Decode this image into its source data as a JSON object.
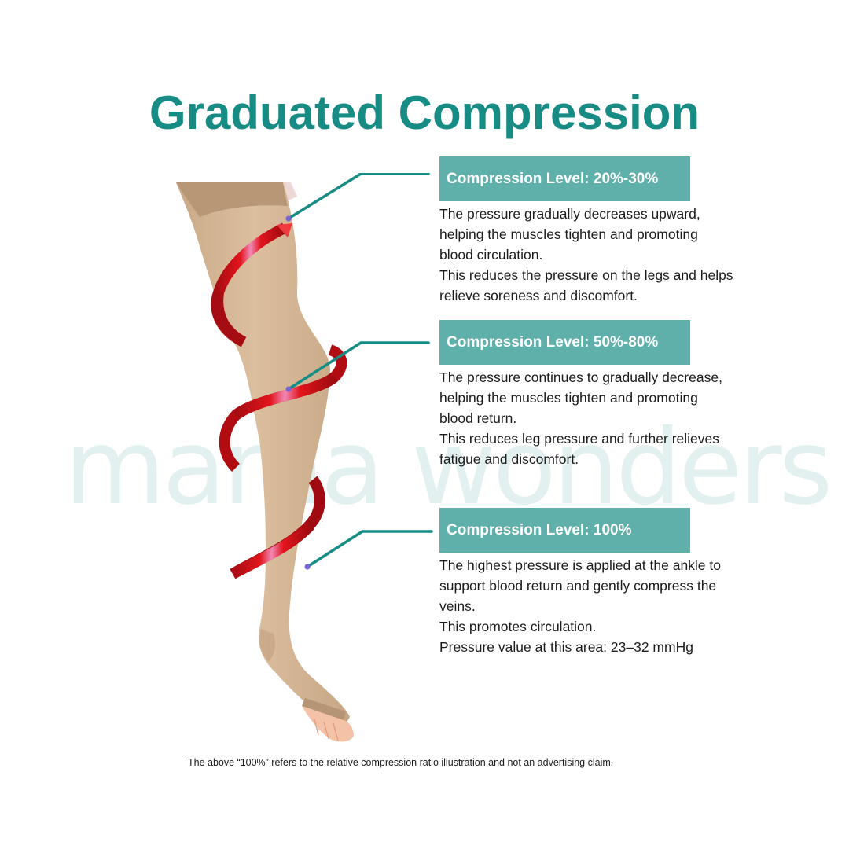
{
  "title": "Graduated Compression",
  "watermark": "mama wonders",
  "colors": {
    "title": "#178c84",
    "header_bg": "#5fafaa",
    "header_text": "#ffffff",
    "connector_line": "#178c84",
    "connector_dot": "#7a63d6",
    "spiral_red": "#d8141c",
    "spiral_highlight": "#f07fb0",
    "stocking": "#d6b797",
    "watermark": "#e2f0ef"
  },
  "illustration": {
    "subject": "thigh-high open-toe compression stocking on leg",
    "spiral_arrow": "red-spiral-arrow pointing upward",
    "icons": [
      "leg-illustration-icon",
      "spiral-arrow-icon",
      "connector-dot-icon"
    ]
  },
  "sections": [
    {
      "header": "Compression Level: 20%-30%",
      "lines": [
        "The pressure gradually decreases upward,",
        "helping the muscles tighten and promoting",
        "blood circulation.",
        "This reduces the pressure on the legs and helps",
        "relieve soreness and discomfort."
      ]
    },
    {
      "header": "Compression Level: 50%-80%",
      "lines": [
        "The pressure continues to gradually decrease,",
        "helping the muscles tighten and promoting",
        "blood return.",
        "This reduces leg pressure and further relieves",
        "fatigue and discomfort."
      ]
    },
    {
      "header": "Compression Level: 100%",
      "lines": [
        "The highest pressure is applied at the ankle to",
        "support blood return and gently compress the",
        "veins.",
        "This promotes circulation.",
        "Pressure value at this area: 23–32 mmHg"
      ]
    }
  ],
  "disclaimer": "The above “100%” refers to the relative compression ratio illustration and not an advertising claim."
}
